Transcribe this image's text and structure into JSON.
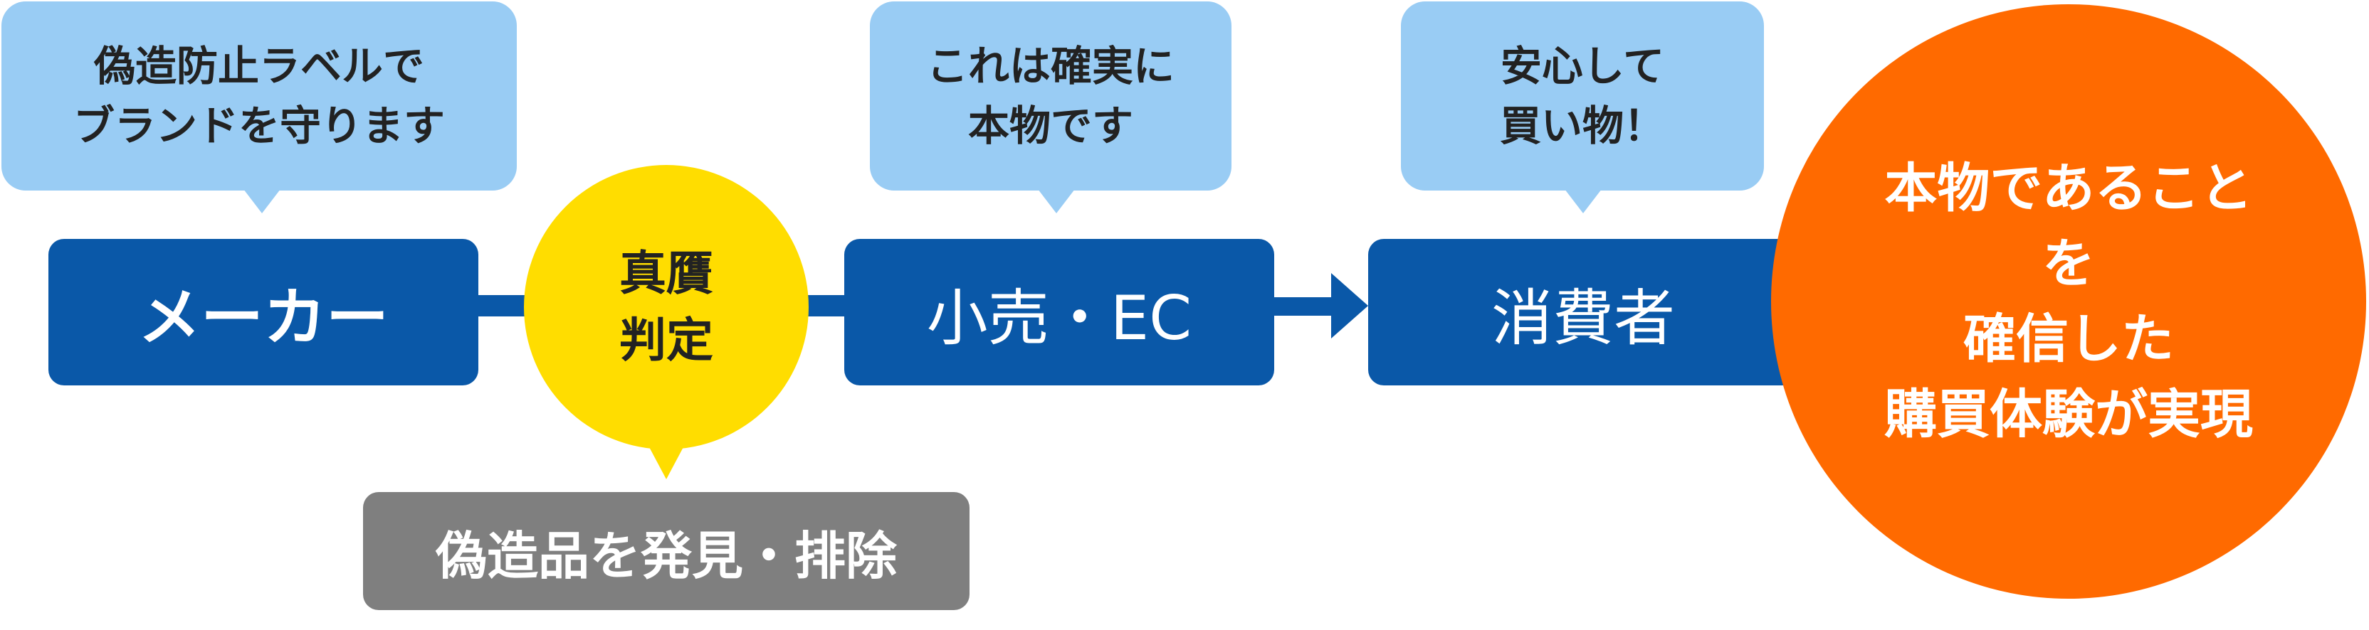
{
  "bubbles": {
    "maker": {
      "line1": "偽造防止ラベルで",
      "line2": "ブランドを守ります"
    },
    "retail": {
      "line1": "これは確実に",
      "line2": "本物です"
    },
    "consumer": {
      "line1": "安心して",
      "line2": "買い物！"
    }
  },
  "nodes": {
    "maker": "メーカー",
    "retail": "小売・EC",
    "consumer": "消費者"
  },
  "verification": {
    "line1": "真贋",
    "line2": "判定"
  },
  "detection": "偽造品を発見・排除",
  "result": {
    "line1": "本物であること",
    "line2": "を",
    "line3": "確信した",
    "line4": "購買体験が実現"
  },
  "colors": {
    "bubble": "#99CCF4",
    "node": "#0A58A8",
    "verification": "#FFDD00",
    "detection": "#7F7F7F",
    "result": "#FF6A00"
  }
}
